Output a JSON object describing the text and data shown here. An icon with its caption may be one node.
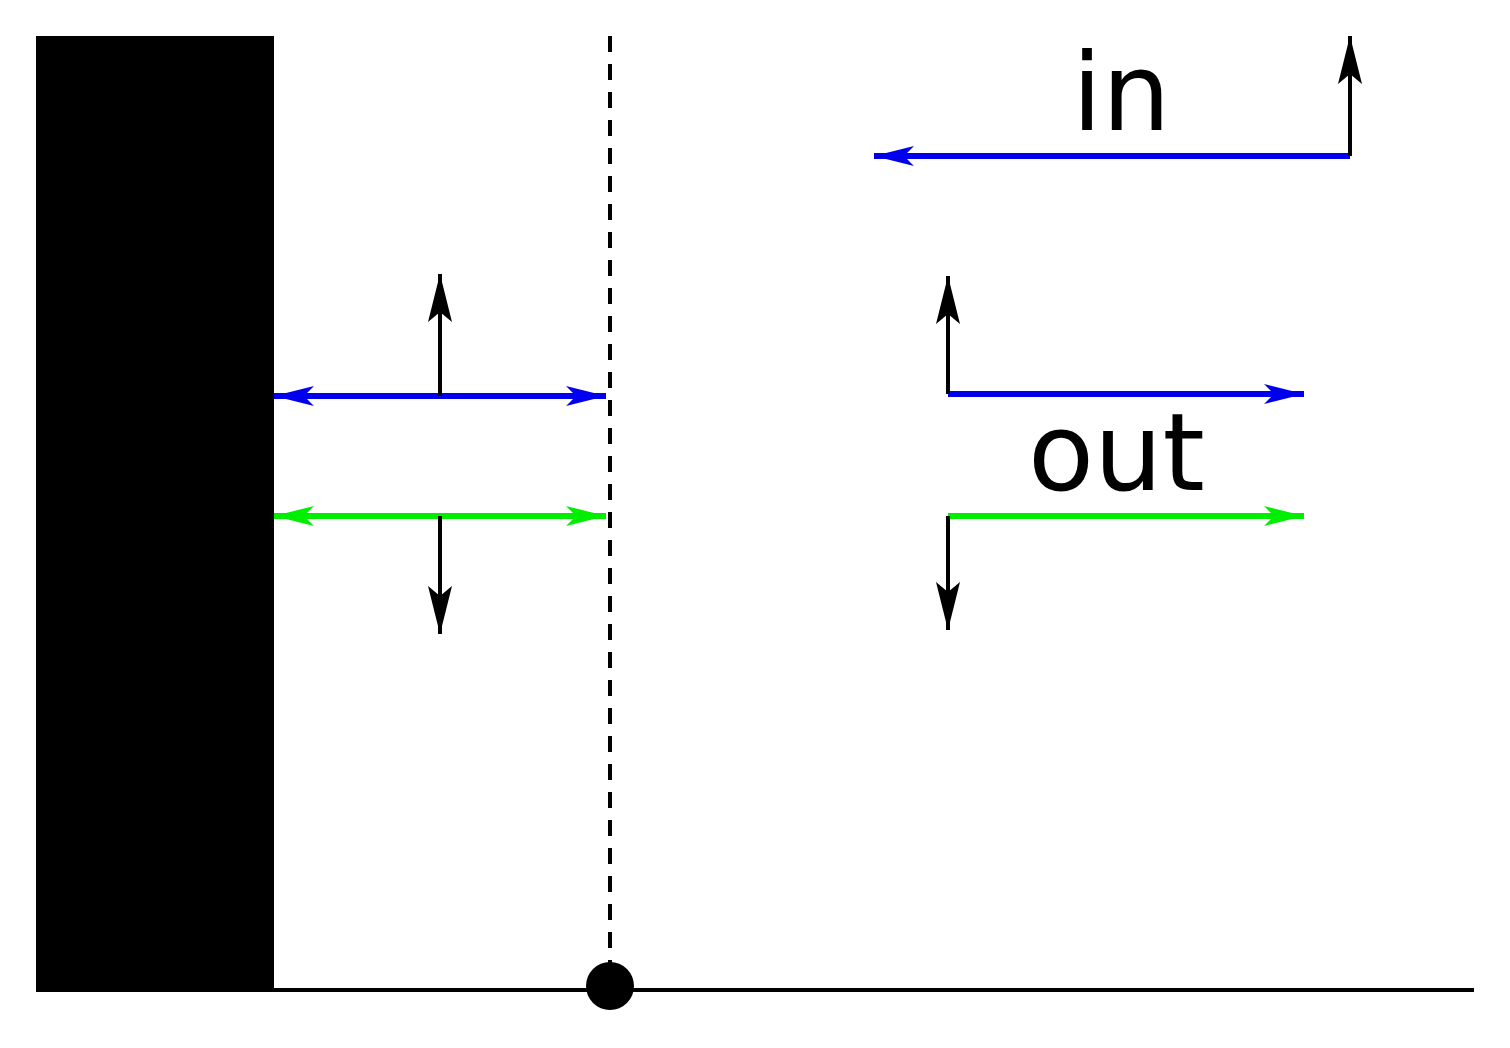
{
  "diagram": {
    "nodes": [
      {
        "text": [],
        "shape": "box"
      }
    ],
    "labels": [
      "in",
      "out"
    ]
  }
}
